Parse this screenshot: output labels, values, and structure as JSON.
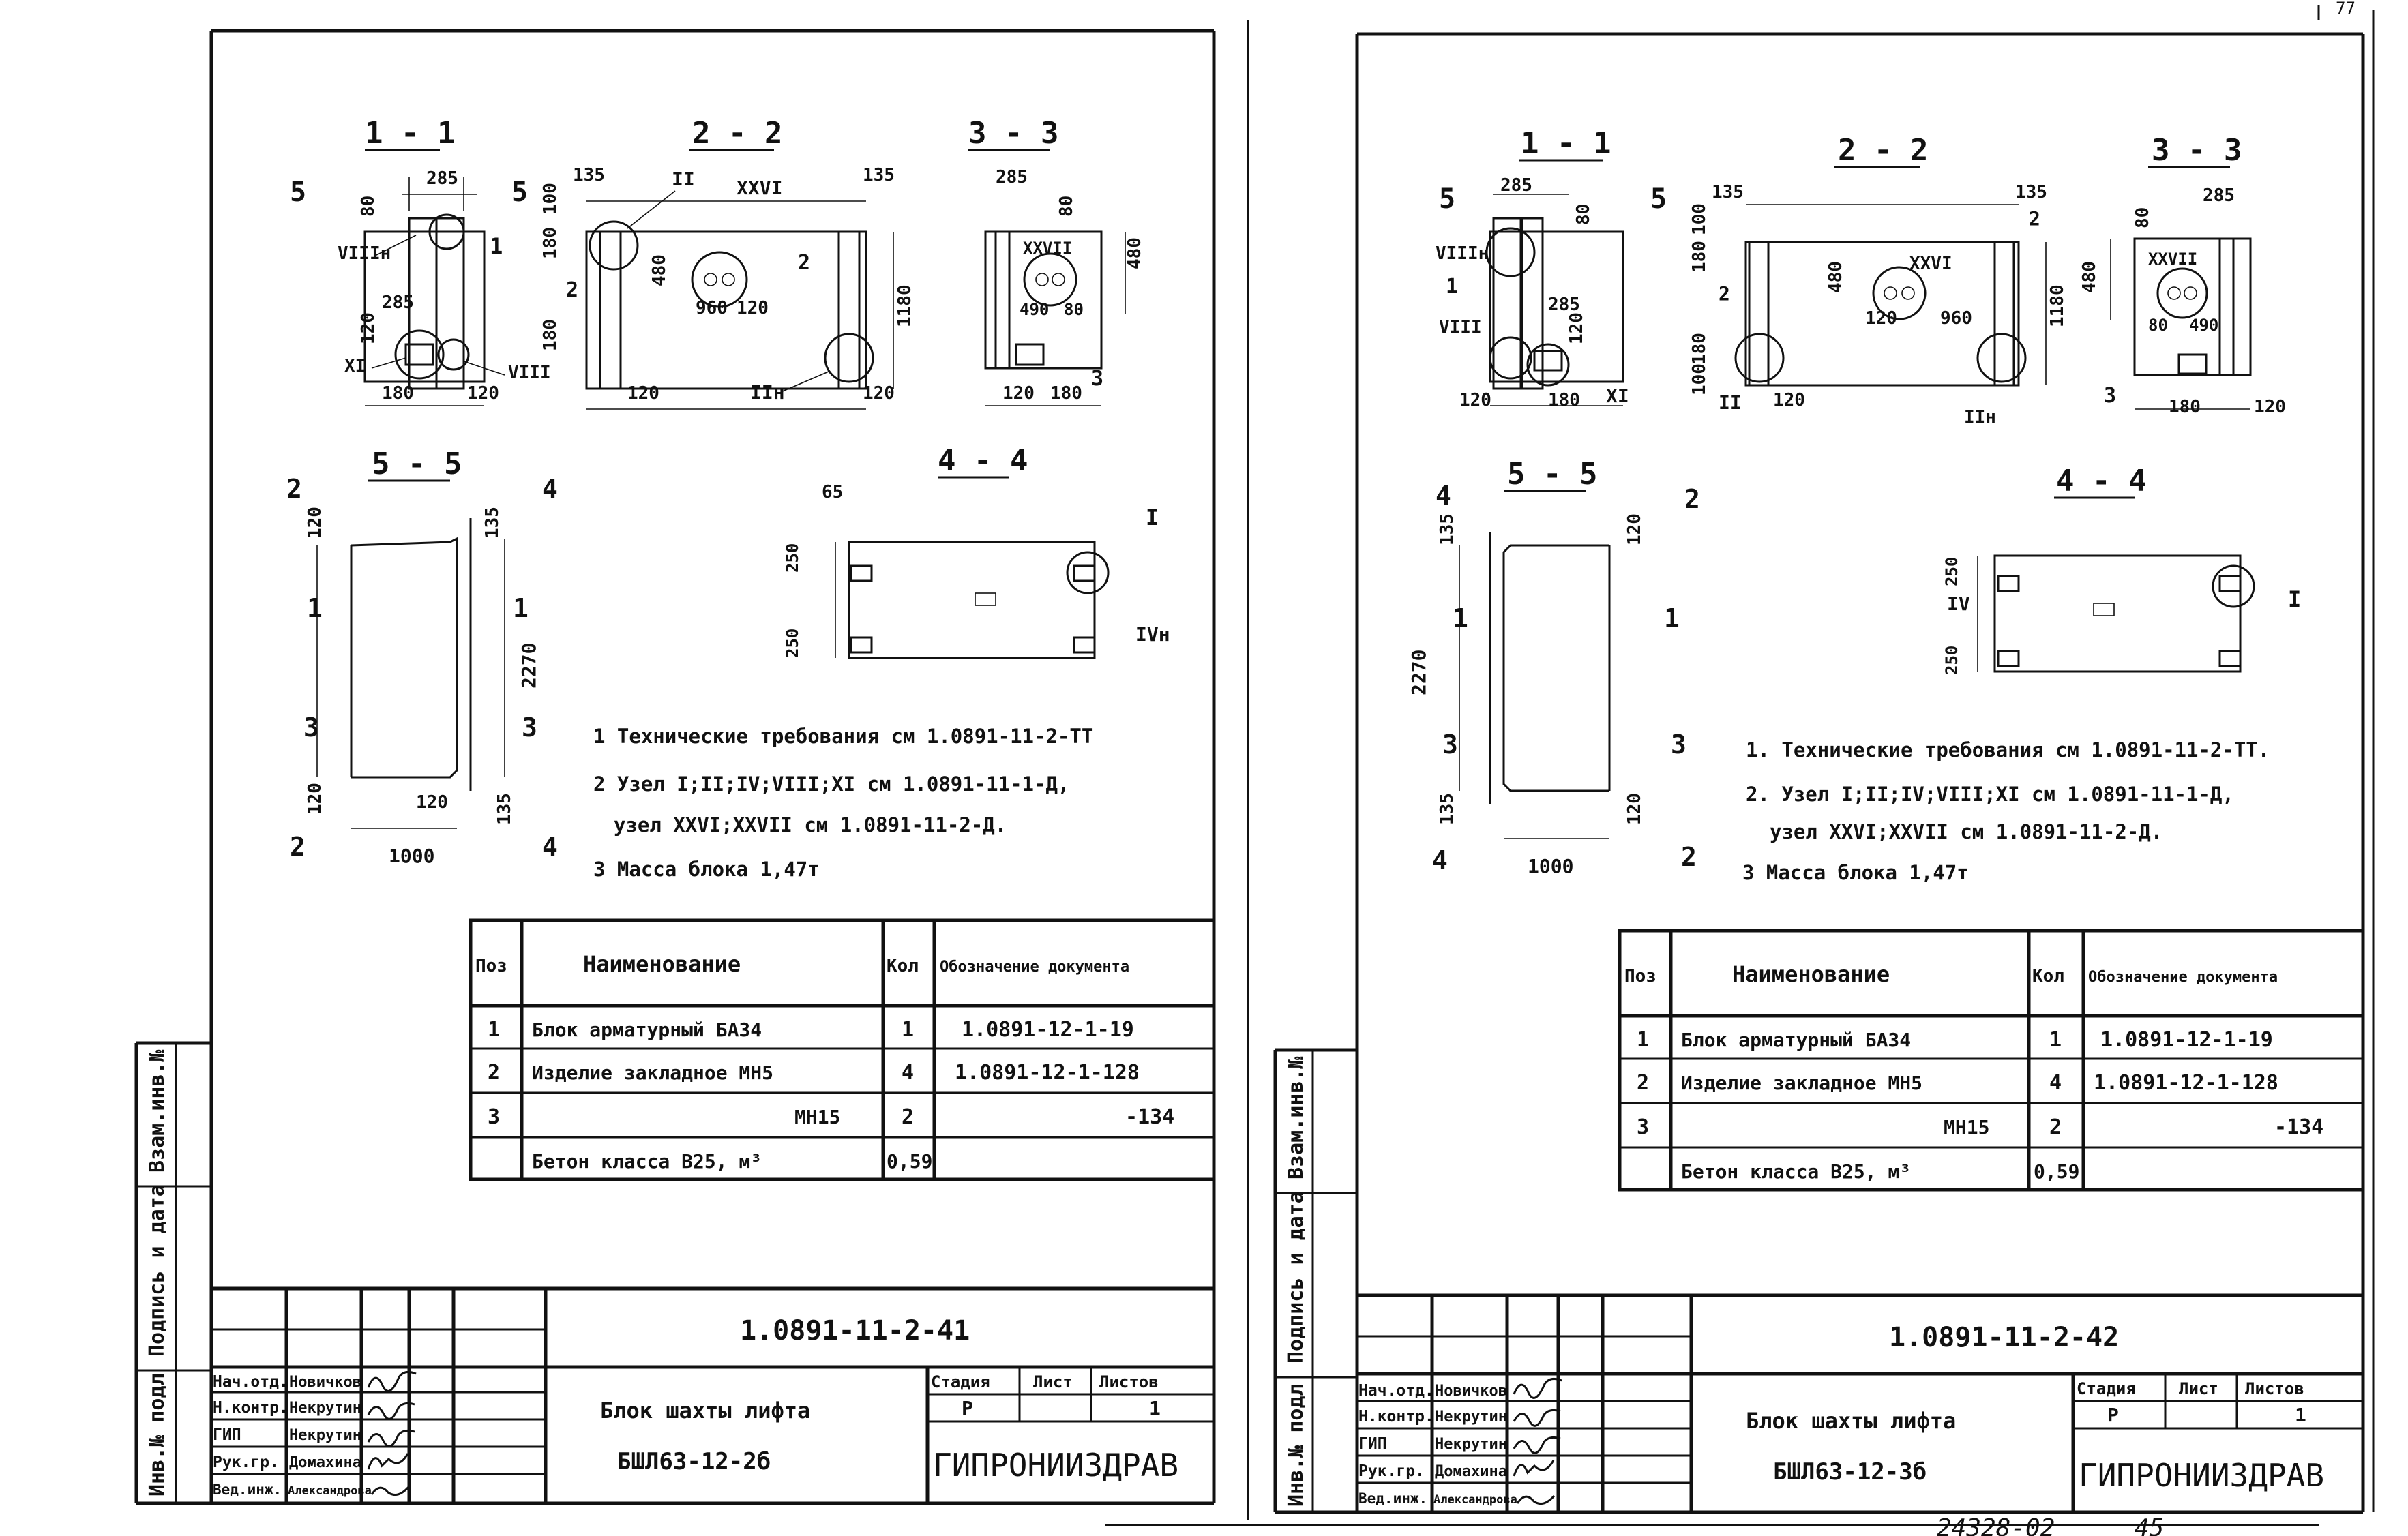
{
  "sheets": [
    {
      "sections": [
        "1 - 1",
        "2 - 2",
        "3 - 3",
        "5 - 5",
        "4 - 4"
      ],
      "dims": {
        "s11": [
          "285",
          "80",
          "285",
          "120",
          "180",
          "120"
        ],
        "s22": [
          "135",
          "135",
          "180",
          "100",
          "480",
          "960",
          "120",
          "1180",
          "180",
          "120",
          "120"
        ],
        "s33": [
          "285",
          "80",
          "480",
          "490",
          "80",
          "120",
          "180"
        ],
        "s55": [
          "120",
          "135",
          "2270",
          "120",
          "120",
          "135",
          "1000"
        ],
        "s44": [
          "65",
          "250",
          "250"
        ]
      },
      "marks": {
        "s11": [
          "5",
          "5",
          "1",
          "VIIIн",
          "XI",
          "VIII"
        ],
        "s22": [
          "II",
          "XXVI",
          "2",
          "2",
          "IIн"
        ],
        "s33": [
          "XXVII",
          "3"
        ],
        "s55": [
          "2",
          "4",
          "1",
          "1",
          "3",
          "3",
          "2",
          "4"
        ],
        "s44": [
          "I",
          "IVн"
        ]
      },
      "notes": [
        "1 Технические требования см 1.0891-11-2-ТТ",
        "2 Узел I;II;IV;VIII;XI см 1.0891-11-1-Д,",
        "узел XXVI;XXVII см 1.0891-11-2-Д.",
        "3 Масса блока 1,47т"
      ],
      "spec": {
        "headers": [
          "Поз",
          "Наименование",
          "Кол",
          "Обозначение документа"
        ],
        "rows": [
          [
            "1",
            "Блок арматурный БА34",
            "1",
            "1.0891-12-1-19"
          ],
          [
            "2",
            "Изделие закладное МН5",
            "4",
            "1.0891-12-1-128"
          ],
          [
            "3",
            "МН15",
            "2",
            "-134"
          ],
          [
            "",
            "Бетон класса В25, м³",
            "0,59",
            ""
          ]
        ]
      },
      "side": [
        "Взам.инв.№",
        "Подпись и дата",
        "Инв.№ подл"
      ],
      "title": {
        "code": "1.0891-11-2-41",
        "roles": [
          "Нач.отд.",
          "Н.контр.",
          "ГИП",
          "Рук.гр.",
          "Вед.инж."
        ],
        "names": [
          "Новичков",
          "Некрутин",
          "Некрутин",
          "Домахина",
          "Александрова"
        ],
        "name_line1": "Блок шахты лифта",
        "name_line2": "БШЛ63-12-2б",
        "headers": [
          "Стадия",
          "Лист",
          "Листов"
        ],
        "stage": "Р",
        "sheets": "1",
        "org": "ГИПРОНИИЗДРАВ"
      }
    },
    {
      "sections": [
        "1 - 1",
        "2 - 2",
        "3 - 3",
        "5 - 5",
        "4 - 4"
      ],
      "dims": {
        "s11": [
          "285",
          "80",
          "285",
          "120",
          "120",
          "180"
        ],
        "s22": [
          "135",
          "135",
          "100",
          "180",
          "480",
          "960",
          "120",
          "1180",
          "180",
          "100",
          "120"
        ],
        "s33": [
          "80",
          "285",
          "480",
          "80",
          "490",
          "180",
          "120"
        ],
        "s55": [
          "135",
          "120",
          "2270",
          "135",
          "120",
          "1000"
        ],
        "s44": [
          "250",
          "250"
        ]
      },
      "marks": {
        "s11": [
          "5",
          "5",
          "VIIIн",
          "1",
          "VIII",
          "XI"
        ],
        "s22": [
          "XXVI",
          "2",
          "2",
          "II",
          "IIн"
        ],
        "s33": [
          "XXVII",
          "3"
        ],
        "s55": [
          "4",
          "2",
          "1",
          "1",
          "3",
          "3",
          "4",
          "2"
        ],
        "s44": [
          "IV",
          "I"
        ]
      },
      "notes": [
        "1. Технические требования см 1.0891-11-2-ТТ.",
        "2. Узел I;II;IV;VIII;XI см 1.0891-11-1-Д,",
        "узел XXVI;XXVII см 1.0891-11-2-Д.",
        "3 Масса блока 1,47т"
      ],
      "spec": {
        "headers": [
          "Поз",
          "Наименование",
          "Кол",
          "Обозначение документа"
        ],
        "rows": [
          [
            "1",
            "Блок арматурный БА34",
            "1",
            "1.0891-12-1-19"
          ],
          [
            "2",
            "Изделие закладное МН5",
            "4",
            "1.0891-12-1-128"
          ],
          [
            "3",
            "МН15",
            "2",
            "-134"
          ],
          [
            "",
            "Бетон класса В25, м³",
            "0,59",
            ""
          ]
        ]
      },
      "side": [
        "Взам.инв.№",
        "Подпись и дата",
        "Инв.№ подл"
      ],
      "title": {
        "code": "1.0891-11-2-42",
        "roles": [
          "Нач.отд.",
          "Н.контр.",
          "ГИП",
          "Рук.гр.",
          "Вед.инж."
        ],
        "names": [
          "Новичков",
          "Некрутин",
          "Некрутин",
          "Домахина",
          "Александрова"
        ],
        "name_line1": "Блок шахты лифта",
        "name_line2": "БШЛ63-12-3б",
        "headers": [
          "Стадия",
          "Лист",
          "Листов"
        ],
        "stage": "Р",
        "sheets": "1",
        "org": "ГИПРОНИИЗДРАВ"
      }
    }
  ],
  "footer": {
    "archive": "24328-02",
    "page": "45",
    "corner": "77"
  }
}
